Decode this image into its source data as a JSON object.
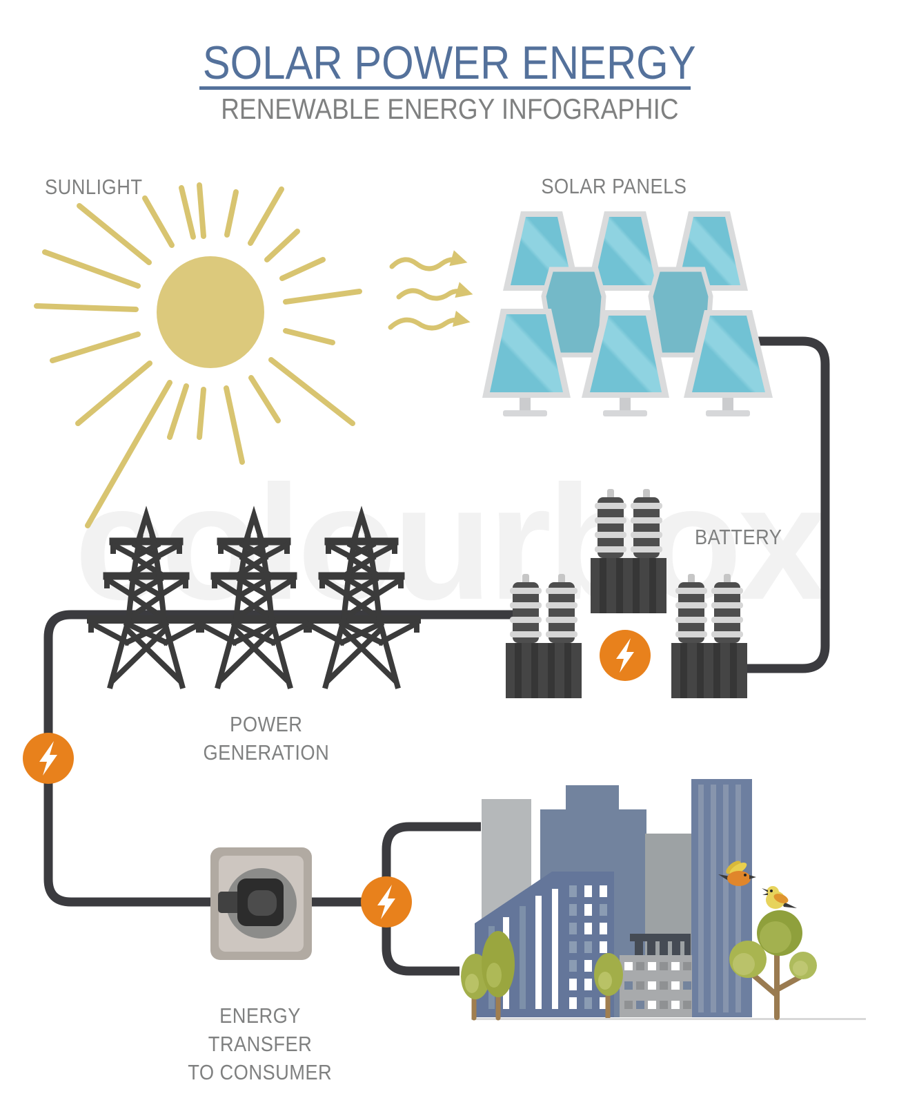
{
  "header": {
    "title": "SOLAR POWER ENERGY",
    "subtitle": "RENEWABLE ENERGY INFOGRAPHIC"
  },
  "stages": {
    "sunlight": {
      "label": "SUNLIGHT"
    },
    "solar_panels": {
      "label": "SOLAR PANELS",
      "panel_count": 8
    },
    "battery": {
      "label": "BATTERY",
      "unit_count": 3
    },
    "power_generation": {
      "label_line1": "POWER",
      "label_line2": "GENERATION",
      "tower_count": 3
    },
    "energy_transfer": {
      "label_line1": "ENERGY TRANSFER",
      "label_line2": "TO CONSUMER"
    }
  },
  "watermark": "colourbox",
  "icons": {
    "sun": "sun-icon",
    "heat_waves": "wavy-arrow-icon",
    "solar_panel": "solar-panel-icon",
    "battery_unit": "transformer-battery-icon",
    "lightning": "lightning-bolt-icon",
    "tower": "transmission-tower-icon",
    "socket": "wall-socket-icon",
    "plug": "power-plug-icon",
    "city": "city-skyline",
    "tree": "tree-icon",
    "bird": "bird-icon"
  },
  "colors": {
    "title_blue": "#54719b",
    "label_gray": "#7f8080",
    "sun_gold": "#dcc97c",
    "ray_gold": "#d8c470",
    "panel_blue": "#71c2d4",
    "panel_blue_light": "#8fd3e1",
    "panel_frame": "#dadbdc",
    "wire_dark": "#3b3b3f",
    "accent_orange": "#e8811c",
    "tower_dark": "#3b3b3b",
    "battery_dark": "#454545",
    "cylinder_ring": "#d6d6d6",
    "building_blue": "#72839e",
    "building_blue_dark": "#64769a",
    "building_gray": "#b5b8ba",
    "tree_green": "#a2ae49",
    "trunk_brown": "#9a7b50",
    "socket_gray": "#cdc6c0",
    "ground_gray": "#d8d8d8"
  }
}
